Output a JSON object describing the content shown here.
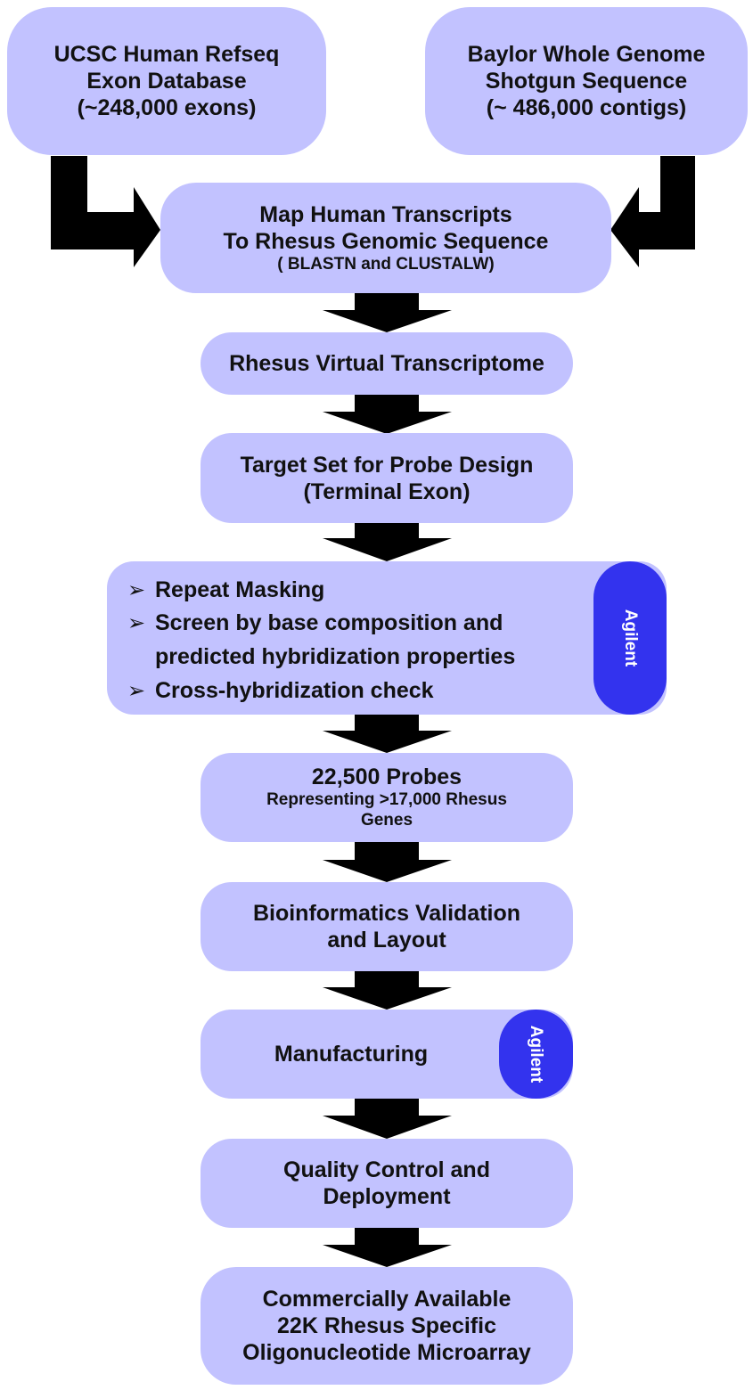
{
  "nodes": {
    "ucsc": {
      "lines": [
        "UCSC Human Refseq",
        "Exon Database",
        "(~248,000 exons)"
      ]
    },
    "baylor": {
      "lines": [
        "Baylor Whole Genome",
        "Shotgun Sequence",
        "(~ 486,000 contigs)"
      ]
    },
    "map": {
      "lines": [
        "Map Human Transcripts",
        "To Rhesus Genomic Sequence"
      ],
      "sub": "( BLASTN and CLUSTALW)"
    },
    "virtual": {
      "lines": [
        "Rhesus Virtual Transcriptome"
      ]
    },
    "target": {
      "lines": [
        "Target Set for Probe Design",
        "(Terminal Exon)"
      ]
    },
    "screen": {
      "bullet": "➢",
      "items": [
        "Repeat Masking",
        "Screen by base composition and",
        "predicted hybridization properties",
        "Cross-hybridization check"
      ],
      "badge": "Agilent"
    },
    "probes": {
      "title": "22,500 Probes",
      "sub": [
        "Representing >17,000 Rhesus",
        "Genes"
      ]
    },
    "validation": {
      "lines": [
        "Bioinformatics Validation",
        "and Layout"
      ]
    },
    "manufacturing": {
      "label": "Manufacturing",
      "badge": "Agilent"
    },
    "qc": {
      "lines": [
        "Quality Control and",
        "Deployment"
      ]
    },
    "final": {
      "lines": [
        "Commercially Available",
        "22K Rhesus Specific",
        "Oligonucleotide Microarray"
      ]
    }
  },
  "colors": {
    "box": "#c2c2ff",
    "badge": "#3333ee",
    "arrow": "#000000"
  }
}
